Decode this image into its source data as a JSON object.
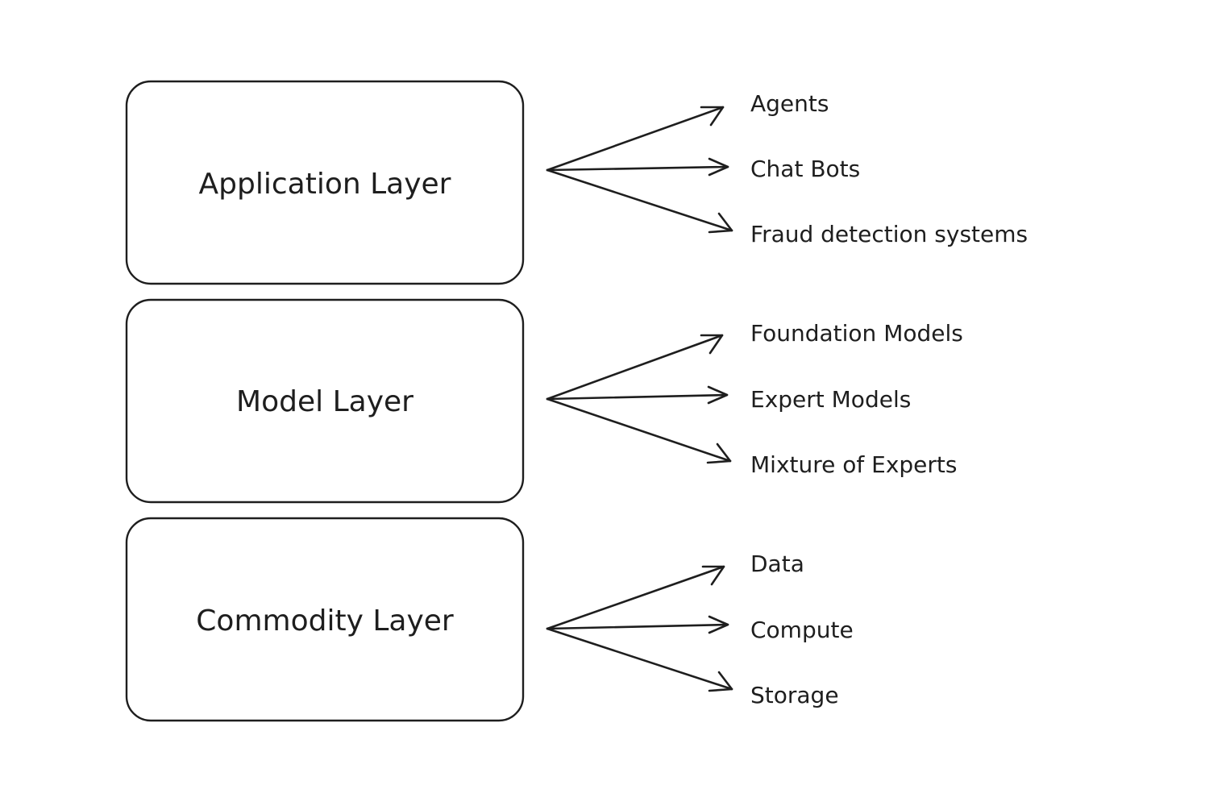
{
  "layers": [
    {
      "label": "Application Layer",
      "items": [
        "Agents",
        "Chat Bots",
        "Fraud detection systems"
      ]
    },
    {
      "label": "Model Layer",
      "items": [
        "Foundation Models",
        "Expert Models",
        "Mixture of Experts"
      ]
    },
    {
      "label": "Commodity Layer",
      "items": [
        "Data",
        "Compute",
        "Storage"
      ]
    }
  ],
  "colors": {
    "stroke": "#1e1e1e",
    "background": "#ffffff"
  }
}
